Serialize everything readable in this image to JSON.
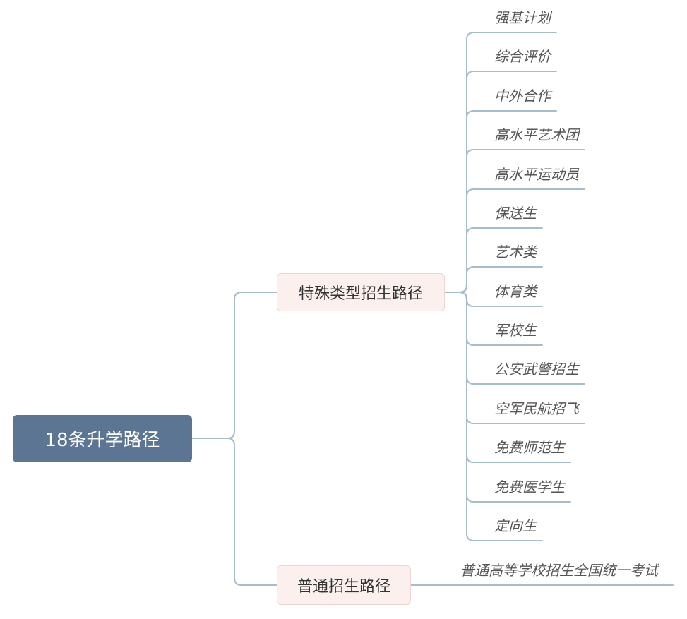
{
  "root": {
    "label": "18条升学路径"
  },
  "branches": [
    {
      "label": "特殊类型招生路径",
      "leaves": [
        "强基计划",
        "综合评价",
        "中外合作",
        "高水平艺术团",
        "高水平运动员",
        "保送生",
        "艺术类",
        "体育类",
        "军校生",
        "公安武警招生",
        "空军民航招飞",
        "免费师范生",
        "免费医学生",
        "定向生"
      ]
    },
    {
      "label": "普通招生路径",
      "leaves": [
        "普通高等学校招生全国统一考试"
      ]
    }
  ],
  "colors": {
    "root_fill": "#5b7593",
    "branch_fill": "#fcf0ee",
    "branch_border": "#f1d3cf",
    "line": "#a7bccc",
    "leaf_text": "#555555"
  }
}
